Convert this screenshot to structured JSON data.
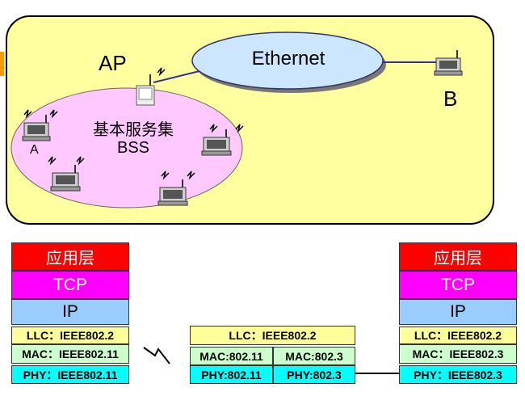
{
  "scene": {
    "ap_label": "AP",
    "ethernet_label": "Ethernet",
    "b_label": "B",
    "a_label": "A",
    "bss_title_cn": "基本服务集",
    "bss_title_en": "BSS"
  },
  "stack_left": {
    "app": "应用层",
    "tcp": "TCP",
    "ip": "IP",
    "llc": "LLC：IEEE802.2",
    "mac": "MAC：IEEE802.11",
    "phy": "PHY：IEEE802.11"
  },
  "stack_ap": {
    "llc": "LLC：IEEE802.2",
    "mac_left": "MAC:802.11",
    "mac_right": "MAC:802.3",
    "phy_left": "PHY:802.11",
    "phy_right": "PHY:802.3"
  },
  "stack_right": {
    "app": "应用层",
    "tcp": "TCP",
    "ip": "IP",
    "llc": "LLC：IEEE802.2",
    "mac": "MAC：IEEE802.3",
    "phy": "PHY：IEEE802.3"
  },
  "colors": {
    "scene_bg": "#ffffa0",
    "bss_fill": "#ffc8ff",
    "ethernet_fill": "#cce6ff",
    "app_layer": "#ff0000",
    "tcp_layer": "#ff00ff",
    "ip_layer": "#99ccff",
    "llc_layer": "#ffff99",
    "mac_layer": "#ccffcc",
    "phy_layer": "#00ffff"
  }
}
